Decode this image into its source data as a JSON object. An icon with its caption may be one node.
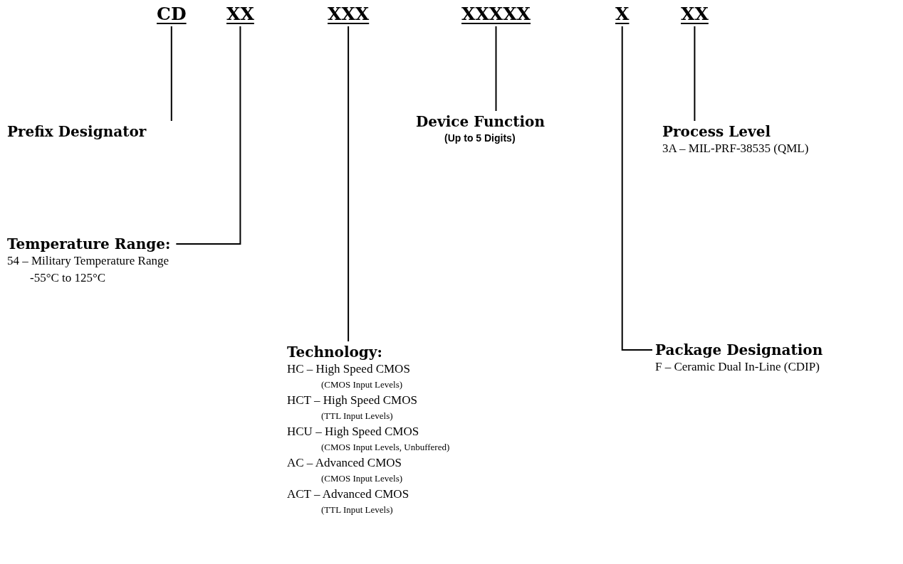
{
  "diagram": {
    "nodes": [
      {
        "text": [
          "CD"
        ]
      },
      {
        "text": [
          "XX"
        ]
      },
      {
        "text": [
          "XXX"
        ]
      },
      {
        "text": [
          "XXXXX"
        ]
      },
      {
        "text": [
          "X"
        ]
      },
      {
        "text": [
          "XX"
        ]
      },
      {
        "text": [
          "Prefix Designator"
        ]
      },
      {
        "text": [
          "Temperature Range:",
          "54 – Military Temperature Range",
          "-55°C to 125°C"
        ]
      },
      {
        "text": [
          "Device Function",
          "(Up to 5 Digits)"
        ]
      },
      {
        "text": [
          "Process Level",
          "3A – MIL-PRF-38535 (QML)"
        ]
      },
      {
        "text": [
          "Technology:",
          "HC – High Speed CMOS",
          "(CMOS Input Levels)",
          "HCT – High Speed CMOS",
          "(TTL Input Levels)",
          "HCU – High Speed CMOS",
          "(CMOS Input Levels, Unbuffered)",
          "AC – Advanced CMOS",
          "(CMOS Input Levels)",
          "ACT – Advanced CMOS",
          "(TTL Input Levels)"
        ]
      },
      {
        "text": [
          "Package Designation",
          "F – Ceramic Dual In-Line (CDIP)"
        ]
      }
    ],
    "edges": [
      {
        "from": 0,
        "to": 6,
        "arrow": "none"
      },
      {
        "from": 1,
        "to": 7,
        "arrow": "none"
      },
      {
        "from": 2,
        "to": 10,
        "arrow": "none"
      },
      {
        "from": 3,
        "to": 8,
        "arrow": "none"
      },
      {
        "from": 4,
        "to": 11,
        "arrow": "none"
      },
      {
        "from": 5,
        "to": 9,
        "arrow": "none"
      }
    ]
  }
}
